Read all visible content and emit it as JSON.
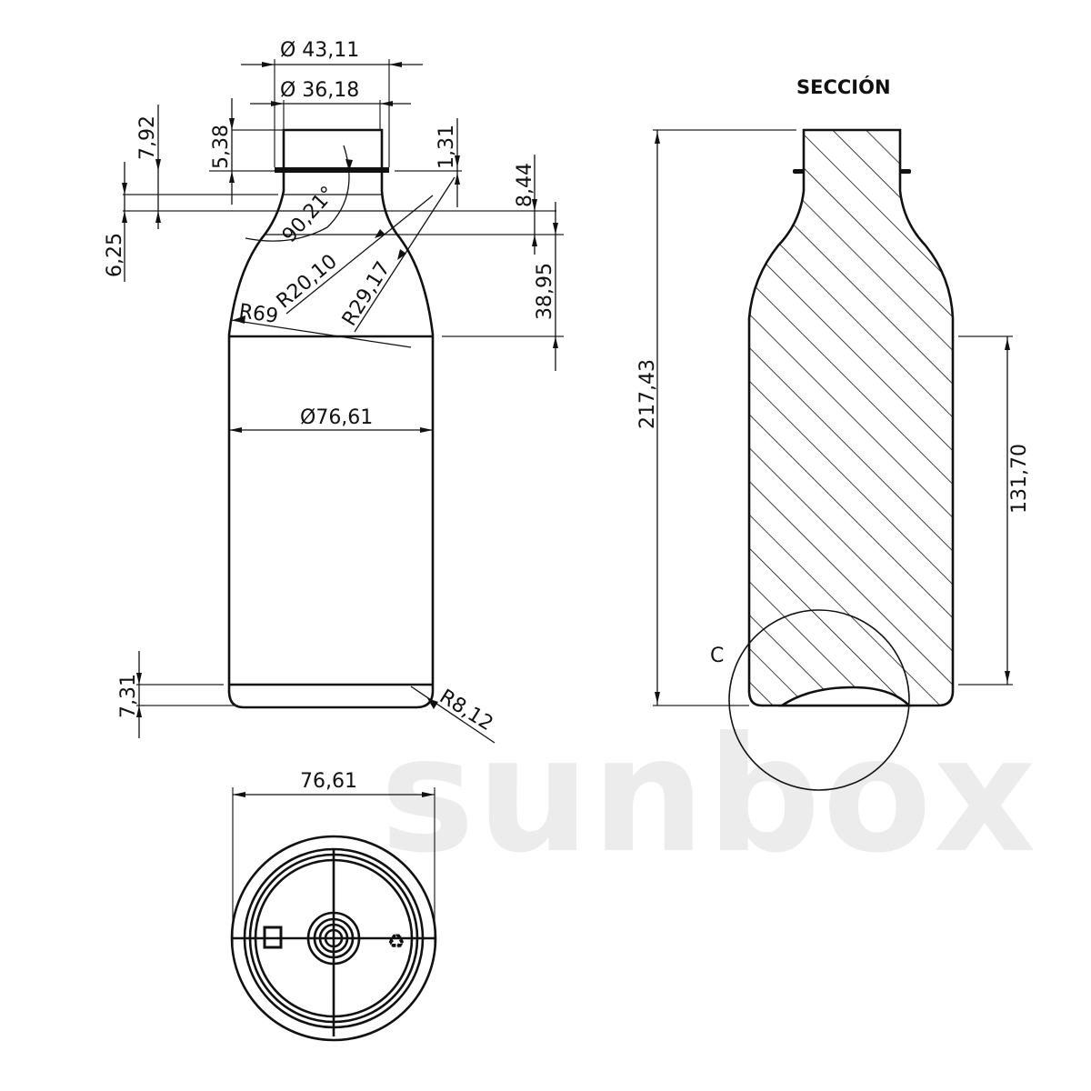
{
  "watermark": {
    "text": "sunbox",
    "color": "#ececec"
  },
  "front_view": {
    "dimensions": {
      "finish_outer_diameter": "Ø 43,11",
      "finish_inner_diameter": "Ø 36,18",
      "neck_height_7_92": "7,92",
      "finish_height_5_38": "5,38",
      "ring_thickness_1_31": "1,31",
      "neck_height_8_44": "8,44",
      "shoulder_offset_6_25": "6,25",
      "shoulder_height_38_95": "38,95",
      "neck_angle": "90,21°",
      "radius_r20_10": "R20,10",
      "radius_r29_17": "R29,17",
      "radius_r69": "R69",
      "body_diameter": "Ø76,61",
      "base_height_7_31": "7,31",
      "base_radius_r8_12": "R8,12"
    }
  },
  "bottom_view": {
    "dimensions": {
      "width": "76,61"
    },
    "symbols": {
      "left_mark": "recycle-code-mark",
      "right_mark": "resin-code-mark"
    }
  },
  "section_view": {
    "title": "SECCIÓN",
    "detail_label": "C",
    "dimensions": {
      "total_height": "217,43",
      "body_height": "131,70"
    }
  }
}
